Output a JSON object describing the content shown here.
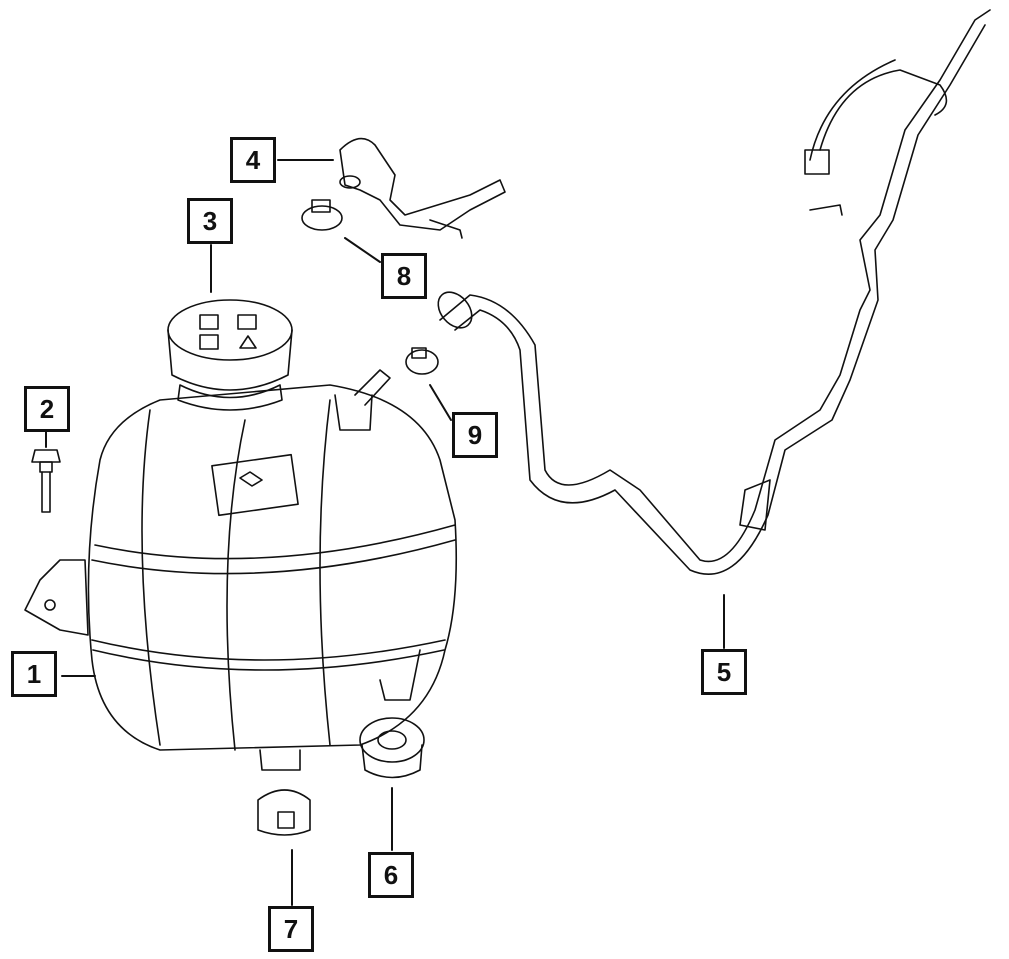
{
  "diagram": {
    "callouts": [
      {
        "number": "1",
        "part": "coolant-reservoir"
      },
      {
        "number": "2",
        "part": "bolt"
      },
      {
        "number": "3",
        "part": "reservoir-cap"
      },
      {
        "number": "4",
        "part": "hose-connector"
      },
      {
        "number": "5",
        "part": "coolant-hose-line"
      },
      {
        "number": "6",
        "part": "plug"
      },
      {
        "number": "7",
        "part": "hose-clamp-bottom"
      },
      {
        "number": "8",
        "part": "hose-clamp-upper"
      },
      {
        "number": "9",
        "part": "hose-clamp-middle"
      }
    ],
    "line_color": "#111111"
  }
}
